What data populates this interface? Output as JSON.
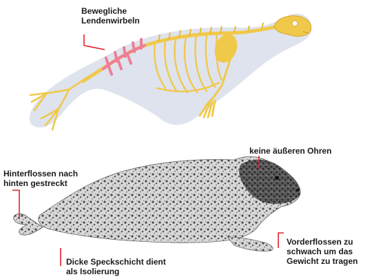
{
  "labels": {
    "lendenwirbel": {
      "line1": "Bewegliche",
      "line2": "Lendenwirbeln"
    },
    "ohren": {
      "line1": "keine äußeren Ohren"
    },
    "hinterflossen": {
      "line1": "Hinterflossen nach",
      "line2": "hinten gestreckt"
    },
    "vorderflossen": {
      "line1": "Vorderflossen zu",
      "line2": "schwach um das",
      "line3": "Gewicht zu tragen"
    },
    "speckschicht": {
      "line1": "Dicke Speckschicht dient",
      "line2": "als Isolierung"
    }
  },
  "colors": {
    "leader_line": "#e0202a",
    "body_outline_fill": "#dfe3ee",
    "bone": "#f0c94a",
    "lumbar_bone": "#ee7e99",
    "fur_dark": "#3a3a3a",
    "fur_light": "#cfcfcf"
  }
}
